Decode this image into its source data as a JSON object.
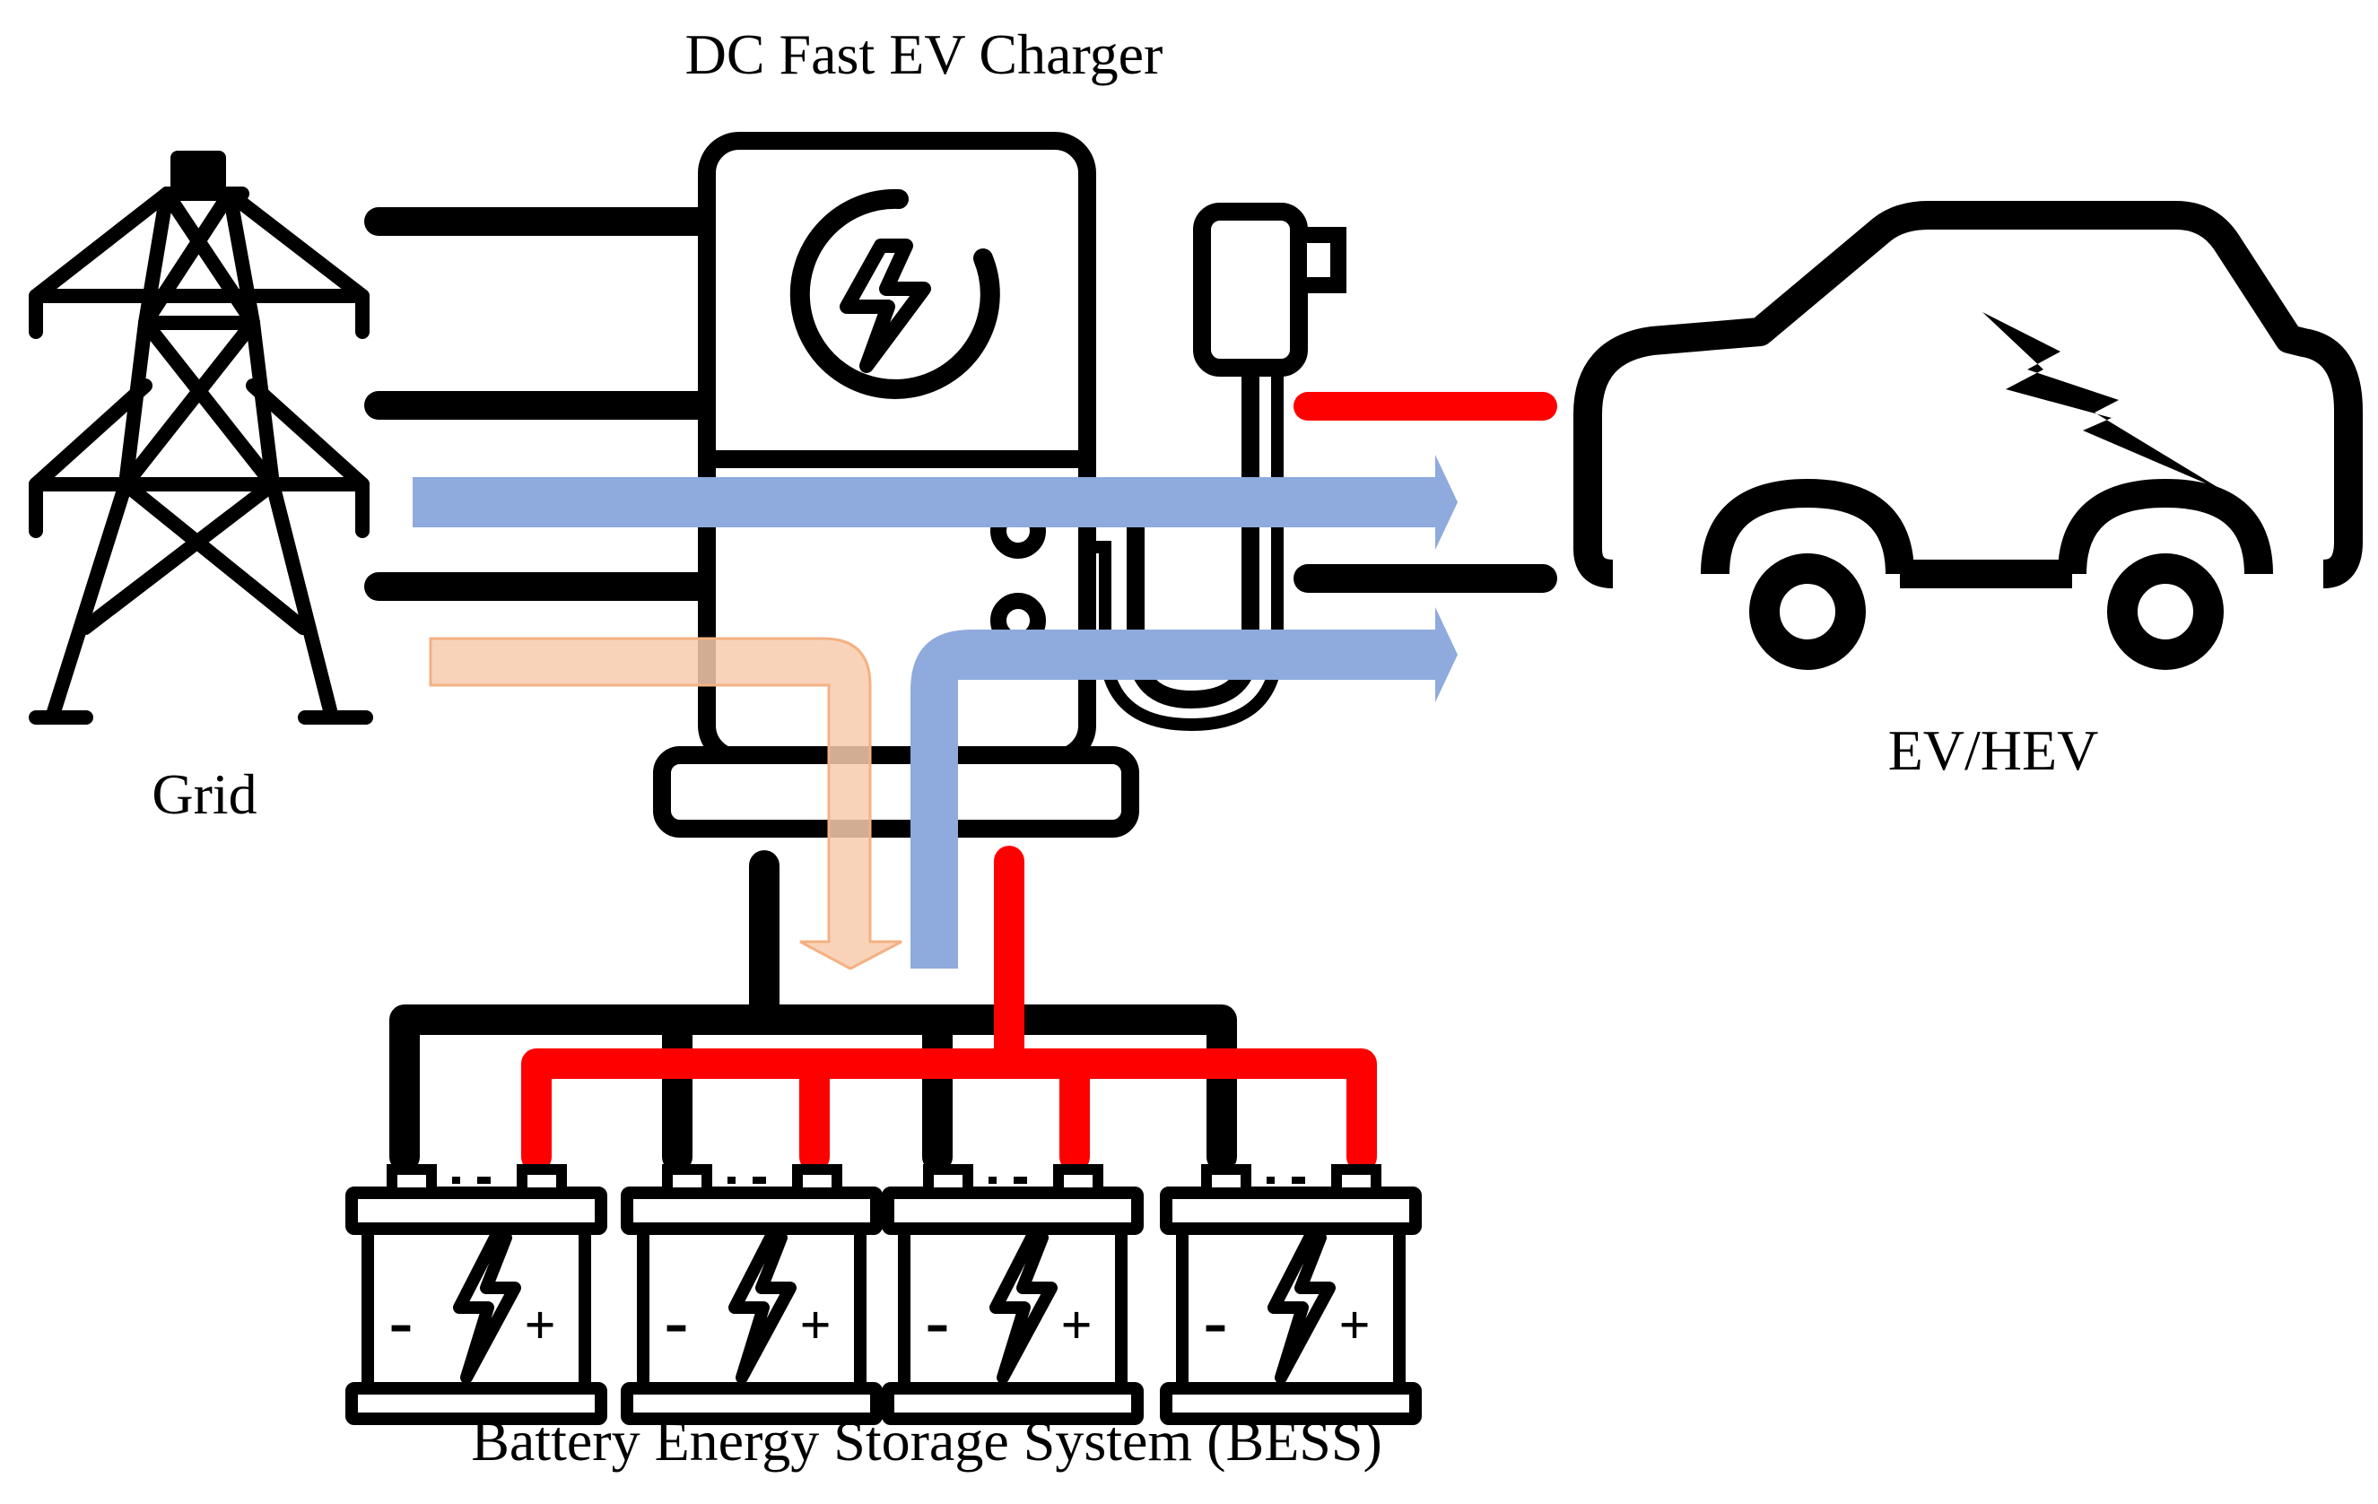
{
  "labels": {
    "charger": "DC Fast EV Charger",
    "grid": "Grid",
    "ev": "EV/HEV",
    "bess": "Battery Energy Storage System (BESS)"
  },
  "batteries": [
    {
      "minus": "-",
      "plus": "+"
    },
    {
      "minus": "-",
      "plus": "+"
    },
    {
      "minus": "-",
      "plus": "+"
    },
    {
      "minus": "-",
      "plus": "+"
    }
  ],
  "colors": {
    "wire": "#000000",
    "positive": "#ff0000",
    "grid_flow": "#8faadc",
    "bess_flow": "#f8cbad"
  },
  "icons": [
    "transmission-tower-icon",
    "charger-station-icon",
    "lightning-bolt-icon",
    "car-icon",
    "battery-icon"
  ]
}
